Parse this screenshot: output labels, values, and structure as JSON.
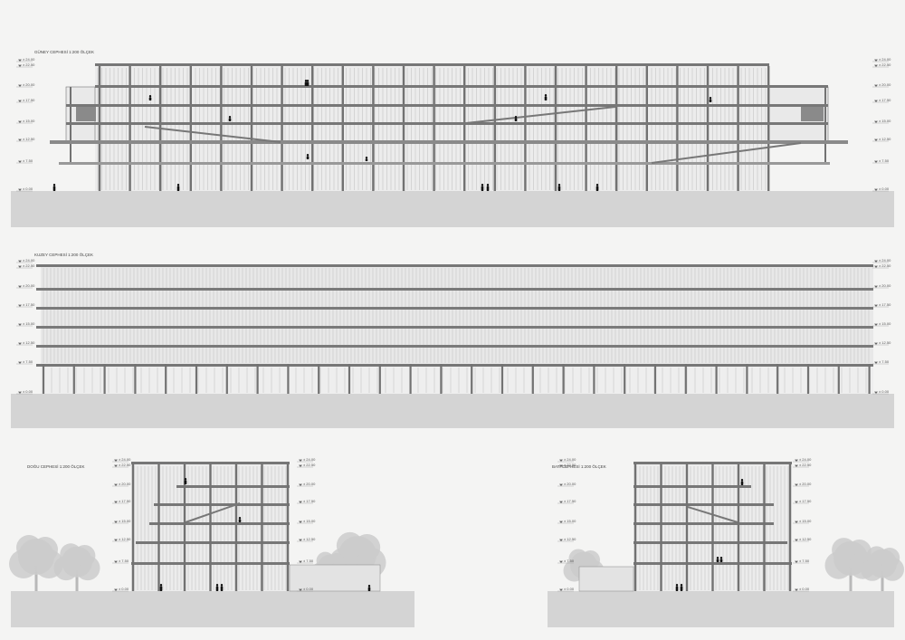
{
  "sheet": {
    "drawings": [
      {
        "id": "south",
        "title": "GÜNEY CEPHESİ 1:200 ÖLÇEK",
        "levels_left": [
          "24.00",
          "22.50",
          "20.00",
          "17.50",
          "15.00",
          "12.50",
          "7.50",
          "0.00"
        ],
        "levels_right": [
          "24.00",
          "22.50",
          "20.00",
          "17.50",
          "15.00",
          "12.50",
          "7.50",
          "0.00"
        ]
      },
      {
        "id": "north",
        "title": "KUZEY CEPHESİ 1:200 ÖLÇEK",
        "levels_left": [
          "24.00",
          "22.50",
          "20.00",
          "17.50",
          "15.00",
          "12.50",
          "7.50",
          "0.00"
        ],
        "levels_right": [
          "24.00",
          "22.50",
          "20.00",
          "17.50",
          "15.00",
          "12.50",
          "7.50",
          "0.00"
        ]
      },
      {
        "id": "east",
        "title": "DOĞU CEPHESİ 1:200 ÖLÇEK",
        "levels_left": [
          "24.00",
          "22.50",
          "20.00",
          "17.50",
          "15.00",
          "12.50",
          "7.50",
          "0.00"
        ],
        "levels_right": [
          "24.00",
          "22.50",
          "20.00",
          "17.50",
          "15.00",
          "12.50",
          "7.50",
          "0.00"
        ]
      },
      {
        "id": "west",
        "title": "BATI CEPHESİ 1:200 ÖLÇEK",
        "levels_left": [
          "24.00",
          "22.50",
          "20.00",
          "17.50",
          "15.00",
          "12.50",
          "7.50",
          "0.00"
        ],
        "levels_right": [
          "24.00",
          "22.50",
          "20.00",
          "17.50",
          "15.00",
          "12.50",
          "7.50",
          "0.00"
        ]
      }
    ],
    "colors": {
      "paper": "#f4f4f3",
      "structure": "#6f6f6f",
      "glass": "#e6e6e6",
      "ground": "#d3d3d3",
      "tree": "#c9c9c9",
      "figure": "#111111"
    }
  }
}
